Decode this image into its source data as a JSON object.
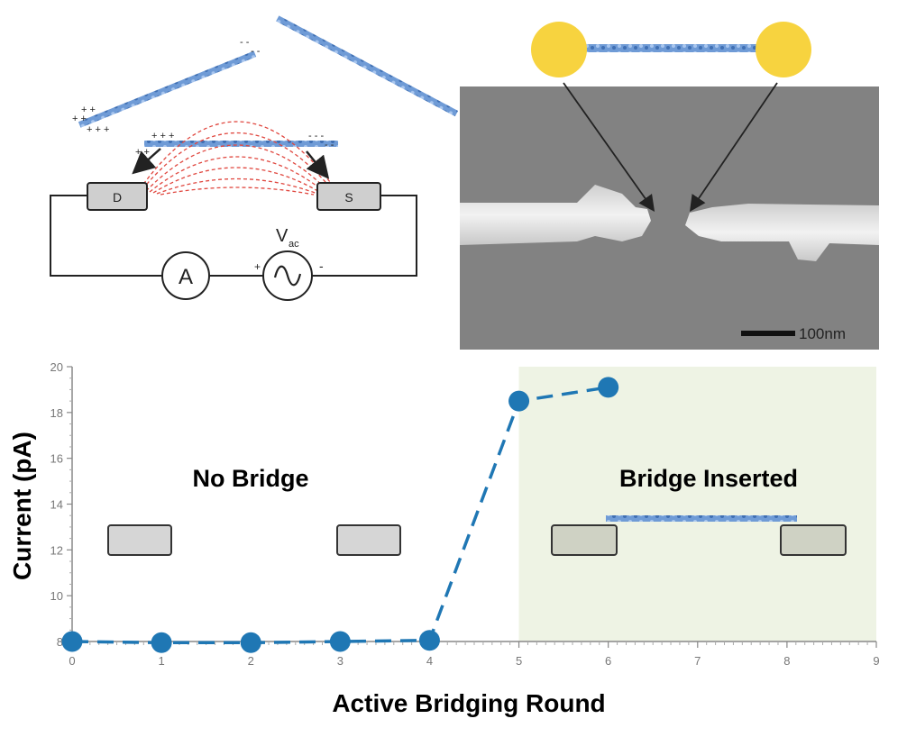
{
  "schematic": {
    "drain_label": "D",
    "source_label": "S",
    "ammeter_label": "A",
    "voltage_label": "V",
    "voltage_subscript": "ac",
    "plus_sign": "+",
    "minus_sign": "-"
  },
  "micrograph": {
    "scale_bar_label": "100nm"
  },
  "chart_data": {
    "type": "line",
    "title": "",
    "xlabel": "Active Bridging Round",
    "ylabel": "Current (pA)",
    "xlim": [
      0,
      9
    ],
    "ylim": [
      8,
      20
    ],
    "x_ticks": [
      "0",
      "1",
      "2",
      "3",
      "4",
      "5",
      "6",
      "7",
      "8",
      "9"
    ],
    "y_ticks": [
      "8",
      "10",
      "12",
      "14",
      "16",
      "18",
      "20"
    ],
    "series": [
      {
        "x": [
          0,
          1,
          2,
          3,
          4,
          5,
          6
        ],
        "values": [
          8.0,
          7.95,
          7.95,
          8.0,
          8.05,
          18.5,
          19.1
        ],
        "color": "#1f77b4",
        "style": "dashed",
        "marker": "circle"
      }
    ],
    "regions": [
      {
        "label": "No Bridge",
        "x_range": [
          0,
          5
        ],
        "color": "#ffffff"
      },
      {
        "label": "Bridge Inserted",
        "x_range": [
          5,
          9
        ],
        "color": "#eef3e4"
      }
    ],
    "grid": false,
    "legend": "none"
  }
}
